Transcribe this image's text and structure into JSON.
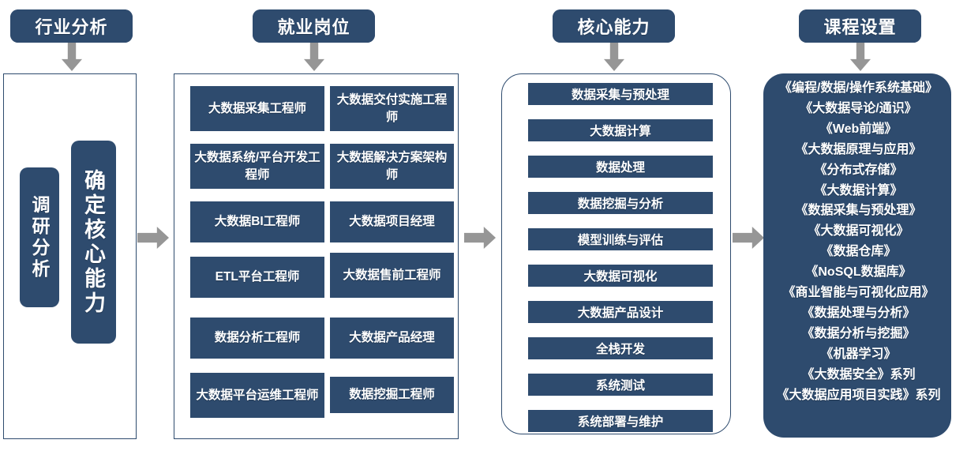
{
  "headers": [
    {
      "label": "行业分析",
      "name": "header-industry-analysis"
    },
    {
      "label": "就业岗位",
      "name": "header-employment-positions"
    },
    {
      "label": "核心能力",
      "name": "header-core-competencies"
    },
    {
      "label": "课程设置",
      "name": "header-curriculum"
    }
  ],
  "industry": {
    "research": "调研分析",
    "core": "确定核心能力"
  },
  "jobs": {
    "left_column": [
      "大数据采集工程师",
      "大数据系统/平台开发工程师",
      "大数据BI工程师",
      "ETL平台工程师",
      "数据分析工程师",
      "大数据平台运维工程师"
    ],
    "right_column": [
      "大数据交付实施工程师",
      "大数据解决方案架构师",
      "大数据项目经理",
      "大数据售前工程师",
      "大数据产品经理",
      "数据挖掘工程师"
    ]
  },
  "abilities": [
    "数据采集与预处理",
    "大数据计算",
    "数据处理",
    "数据挖掘与分析",
    "模型训练与评估",
    "大数据可视化",
    "大数据产品设计",
    "全栈开发",
    "系统测试",
    "系统部署与维护"
  ],
  "courses": [
    "《编程/数据/操作系统基础》",
    "《大数据导论/通识》",
    "《Web前端》",
    "《大数据原理与应用》",
    "《分布式存储》",
    "《大数据计算》",
    "《数据采集与预处理》",
    "《大数据可视化》",
    "《数据仓库》",
    "《NoSQL数据库》",
    "《商业智能与可视化应用》",
    "《数据处理与分析》",
    "《数据分析与挖掘》",
    "《机器学习》",
    "《大数据安全》系列",
    "《大数据应用项目实践》系列"
  ],
  "colors": {
    "navy": "#2E4B6E",
    "arrow_gray": "#969696",
    "background": "#FFFFFF"
  }
}
